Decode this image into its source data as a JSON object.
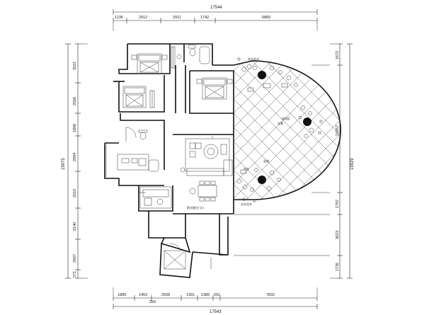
{
  "dimensions": {
    "top_total": "17544",
    "top_segments": [
      "1136",
      "2912",
      "2911",
      "1742",
      "6883"
    ],
    "bottom_total": "17543",
    "bottom_segments": [
      "1889",
      "1453",
      "2508",
      "1391",
      "1389",
      "591",
      "7832"
    ],
    "bottom_small": "256",
    "left_total": "19975",
    "left_segments": [
      "3221",
      "2556",
      "1896",
      "2994",
      "2510",
      "2140",
      "2567",
      "571"
    ],
    "right_total": "19929",
    "right_segments": [
      "1672",
      "10057",
      "1797",
      "3023",
      "1735"
    ]
  },
  "labels": {
    "entrance": "欧式推拉门口",
    "terrace_top": "花木花木",
    "terrace_mid": "休闲区",
    "terrace_bottom": "花木花木",
    "terrace_side": "坐凳",
    "terrace_low": "花木",
    "terrace_corner": "盆栽"
  }
}
